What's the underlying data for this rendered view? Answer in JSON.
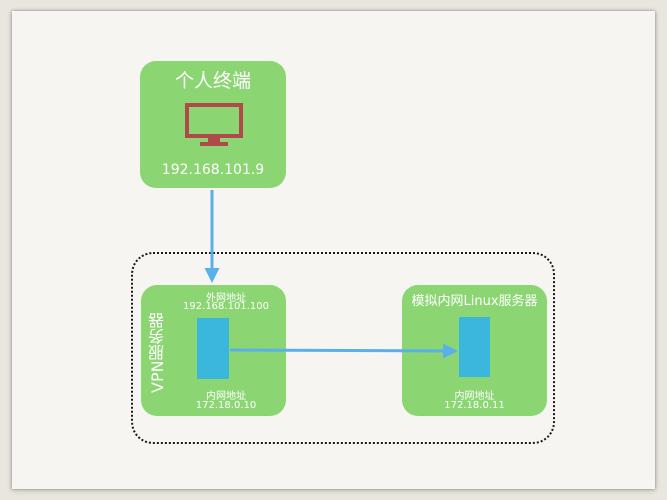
{
  "colors": {
    "node_fill": "#8bd673",
    "bar_fill": "#3bb6dc",
    "arrow": "#5ab0e8",
    "monitor": "#b04a4a",
    "group_border": "#1a1a1a"
  },
  "terminal": {
    "title": "个人终端",
    "icon": "monitor-icon",
    "ip": "192.168.101.9"
  },
  "vpn": {
    "name": "VPN服务器",
    "external_label": "外网地址",
    "external_ip": "192.168.101.100",
    "internal_label": "内网地址",
    "internal_ip": "172.18.0.10"
  },
  "inner_server": {
    "title": "模拟内网Linux服务器",
    "internal_label": "内网地址",
    "internal_ip": "172.18.0.11"
  }
}
